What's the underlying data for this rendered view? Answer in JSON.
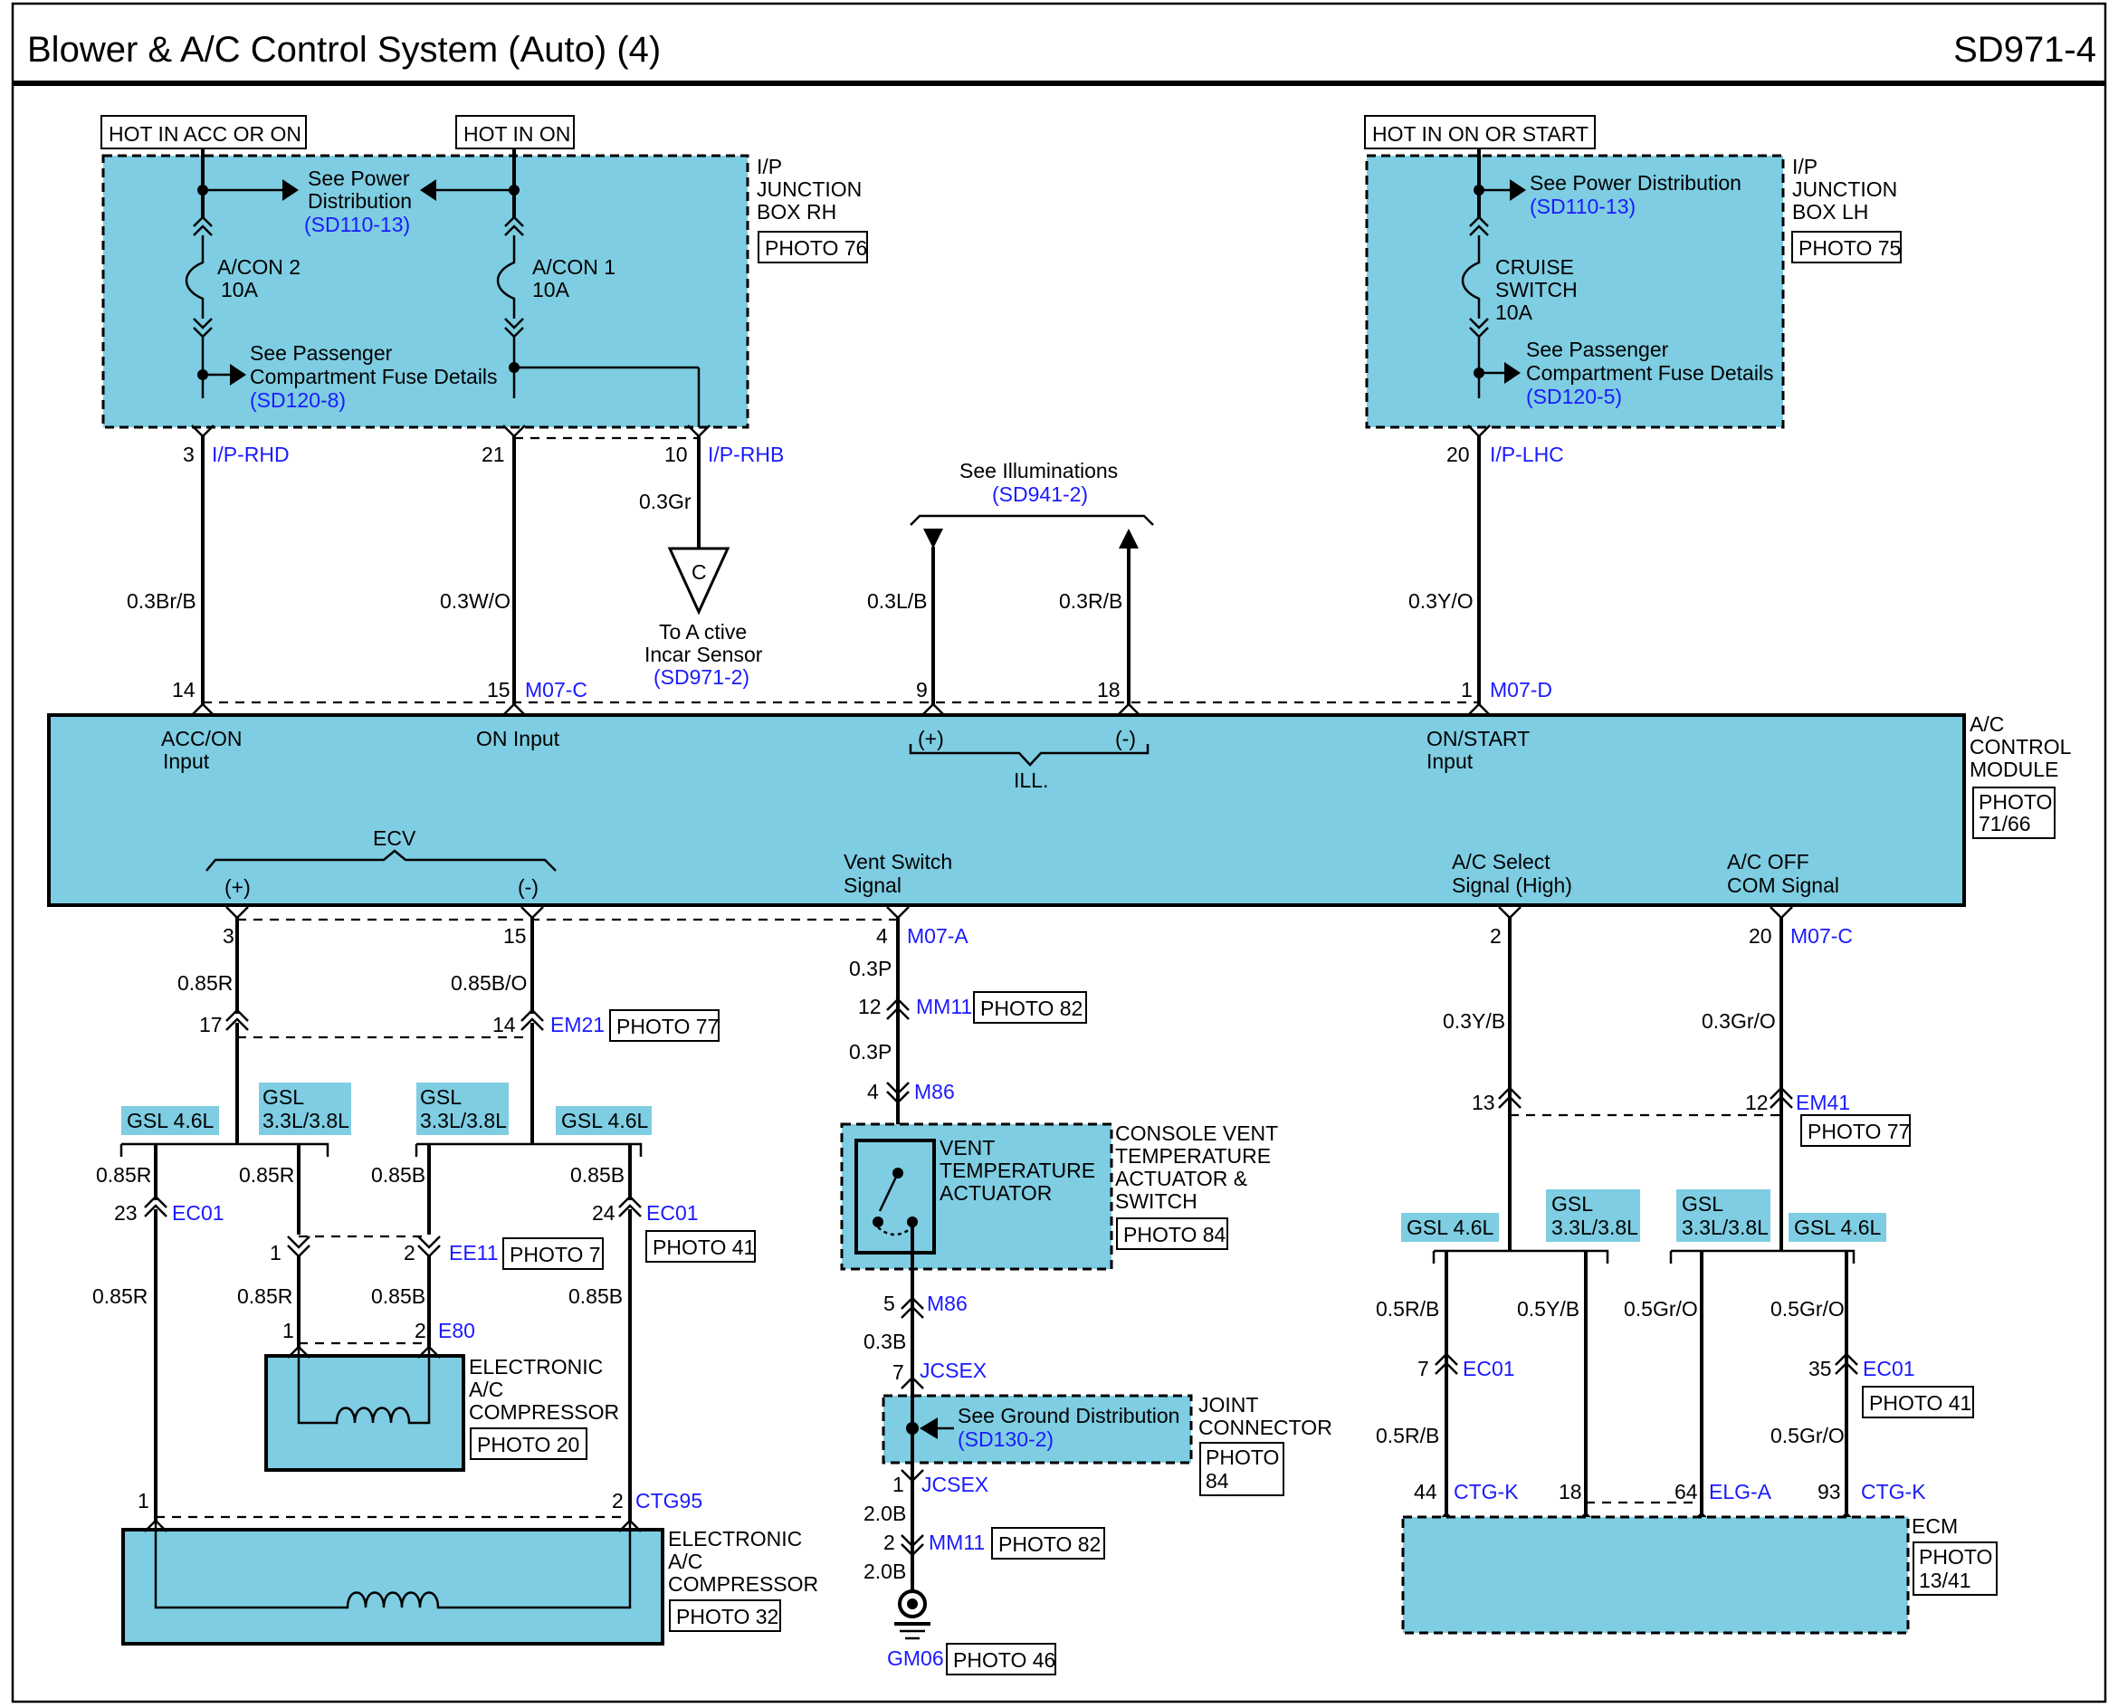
{
  "header": {
    "title": "Blower & A/C Control System (Auto) (4)",
    "code": "SD971-4"
  },
  "colors": {
    "module_fill": "#7ecde2",
    "link_blue": "#1a1aff",
    "wire": "#000000"
  },
  "power_labels": {
    "acc_on": "HOT IN ACC OR ON",
    "on": "HOT IN ON",
    "on_start": "HOT IN ON OR START"
  },
  "jb_rh": {
    "name": [
      "I/P",
      "JUNCTION",
      "BOX RH"
    ],
    "photo": "PHOTO 76",
    "see_power": [
      "See Power",
      "Distribution"
    ],
    "see_power_ref": "(SD110-13)",
    "fuse1": [
      "A/CON 2",
      "10A"
    ],
    "fuse2": [
      "A/CON 1",
      "10A"
    ],
    "see_pass": [
      "See Passenger",
      "Compartment Fuse Details"
    ],
    "see_pass_ref": "(SD120-8)"
  },
  "jb_lh": {
    "name": [
      "I/P",
      "JUNCTION",
      "BOX LH"
    ],
    "photo": "PHOTO 75",
    "see_power": "See Power Distribution",
    "see_power_ref": "(SD110-13)",
    "fuse": [
      "CRUISE",
      "SWITCH",
      "10A"
    ],
    "see_pass": [
      "See Passenger",
      "Compartment Fuse Details"
    ],
    "see_pass_ref": "(SD120-5)"
  },
  "top_pins": {
    "p3": "3",
    "rhd": "I/P-RHD",
    "p21": "21",
    "p10": "10",
    "rhb": "I/P-RHB",
    "p20": "20",
    "lhc": "I/P-LHC"
  },
  "top_wires": {
    "w1": "0.3Br/B",
    "w2": "0.3W/O",
    "w3": "0.3Gr",
    "w4": "0.3L/B",
    "w5": "0.3R/B",
    "w6": "0.3Y/O"
  },
  "sensor": {
    "letter": "C",
    "text": [
      "To A ctive",
      "Incar Sensor"
    ],
    "ref": "(SD971-2)"
  },
  "illum": {
    "text": "See Illuminations",
    "ref": "(SD941-2)"
  },
  "module": {
    "name": [
      "A/C",
      "CONTROL",
      "MODULE"
    ],
    "photo": [
      "PHOTO",
      "71/66"
    ],
    "pins_top": {
      "p14": "14",
      "p15": "15",
      "m07c": "M07-C",
      "p9": "9",
      "p18": "18",
      "p1": "1",
      "m07d": "M07-D"
    },
    "acc_on": [
      "ACC/ON",
      "Input"
    ],
    "on_input": "ON Input",
    "plus": "(+)",
    "minus": "(-)",
    "ill": "ILL.",
    "on_start": [
      "ON/START",
      "Input"
    ],
    "ecv": "ECV",
    "ecv_plus": "(+)",
    "ecv_minus": "(-)",
    "vent": [
      "Vent Switch",
      "Signal"
    ],
    "ac_select": [
      "A/C Select",
      "Signal (High)"
    ],
    "ac_off": [
      "A/C OFF",
      "COM Signal"
    ],
    "pins_bot": {
      "p3": "3",
      "p15": "15",
      "p4": "4",
      "m07a": "M07-A",
      "p2": "2",
      "p20": "20",
      "m07c": "M07-C"
    }
  },
  "left": {
    "w085r": "0.85R",
    "w085bo": "0.85B/O",
    "p17": "17",
    "p14": "14",
    "em21": "EM21",
    "photo77": "PHOTO 77",
    "gsl46_a": "GSL 4.6L",
    "gsl33_a": [
      "GSL",
      "3.3L/3.8L"
    ],
    "gsl33_b": [
      "GSL",
      "3.3L/3.8L"
    ],
    "gsl46_b": "GSL 4.6L",
    "w1": "0.85R",
    "w2": "0.85R",
    "w3": "0.85B",
    "w4": "0.85B",
    "p23": "23",
    "ec01a": "EC01",
    "p24": "24",
    "ec01b": "EC01",
    "photo41": "PHOTO 41",
    "p1": "1",
    "p2": "2",
    "ee11": "EE11",
    "photo7": "PHOTO 7",
    "w5": "0.85R",
    "w6": "0.85R",
    "w7": "0.85B",
    "w8": "0.85B",
    "e80_p1": "1",
    "e80_p2": "2",
    "e80": "E80",
    "comp1": [
      "ELECTRONIC",
      "A/C",
      "COMPRESSOR"
    ],
    "comp1_photo": "PHOTO 20",
    "ctg_p1": "1",
    "ctg_p2": "2",
    "ctg95": "CTG95",
    "comp2": [
      "ELECTRONIC",
      "A/C",
      "COMPRESSOR"
    ],
    "comp2_photo": "PHOTO 32"
  },
  "mid": {
    "w03p_a": "0.3P",
    "p12": "12",
    "mm11a": "MM11",
    "photo82a": "PHOTO 82",
    "w03p_b": "0.3P",
    "p4": "4",
    "m86a": "M86",
    "actuator": [
      "VENT",
      "TEMPERATURE",
      "ACTUATOR"
    ],
    "console": [
      "CONSOLE VENT",
      "TEMPERATURE",
      "ACTUATOR &",
      "SWITCH"
    ],
    "photo84": "PHOTO 84",
    "p5": "5",
    "m86b": "M86",
    "w03b": "0.3B",
    "p7": "7",
    "jcsex_a": "JCSEX",
    "ground": "See Ground Distribution",
    "ground_ref": "(SD130-2)",
    "joint": [
      "JOINT",
      "CONNECTOR"
    ],
    "joint_photo": [
      "PHOTO",
      "84"
    ],
    "p1": "1",
    "jcsex_b": "JCSEX",
    "w20b_a": "2.0B",
    "p2": "2",
    "mm11b": "MM11",
    "photo82b": "PHOTO 82",
    "w20b_b": "2.0B",
    "gm06": "GM06",
    "photo46": "PHOTO 46"
  },
  "right": {
    "w03yb": "0.3Y/B",
    "w03gro": "0.3Gr/O",
    "p13": "13",
    "p12": "12",
    "em41": "EM41",
    "photo77": "PHOTO 77",
    "gsl46_a": "GSL 4.6L",
    "gsl33_a": [
      "GSL",
      "3.3L/3.8L"
    ],
    "gsl33_b": [
      "GSL",
      "3.3L/3.8L"
    ],
    "gsl46_b": "GSL 4.6L",
    "w1": "0.5R/B",
    "w2": "0.5Y/B",
    "w3": "0.5Gr/O",
    "w4": "0.5Gr/O",
    "p7": "7",
    "ec01a": "EC01",
    "p35": "35",
    "ec01b": "EC01",
    "photo41": "PHOTO 41",
    "w5": "0.5R/B",
    "w6": "0.5Gr/O",
    "p44": "44",
    "ctgk_a": "CTG-K",
    "p18": "18",
    "p64": "64",
    "elga": "ELG-A",
    "p93": "93",
    "ctgk_b": "CTG-K",
    "ecm": "ECM",
    "ecm_photo": [
      "PHOTO",
      "13/41"
    ]
  }
}
